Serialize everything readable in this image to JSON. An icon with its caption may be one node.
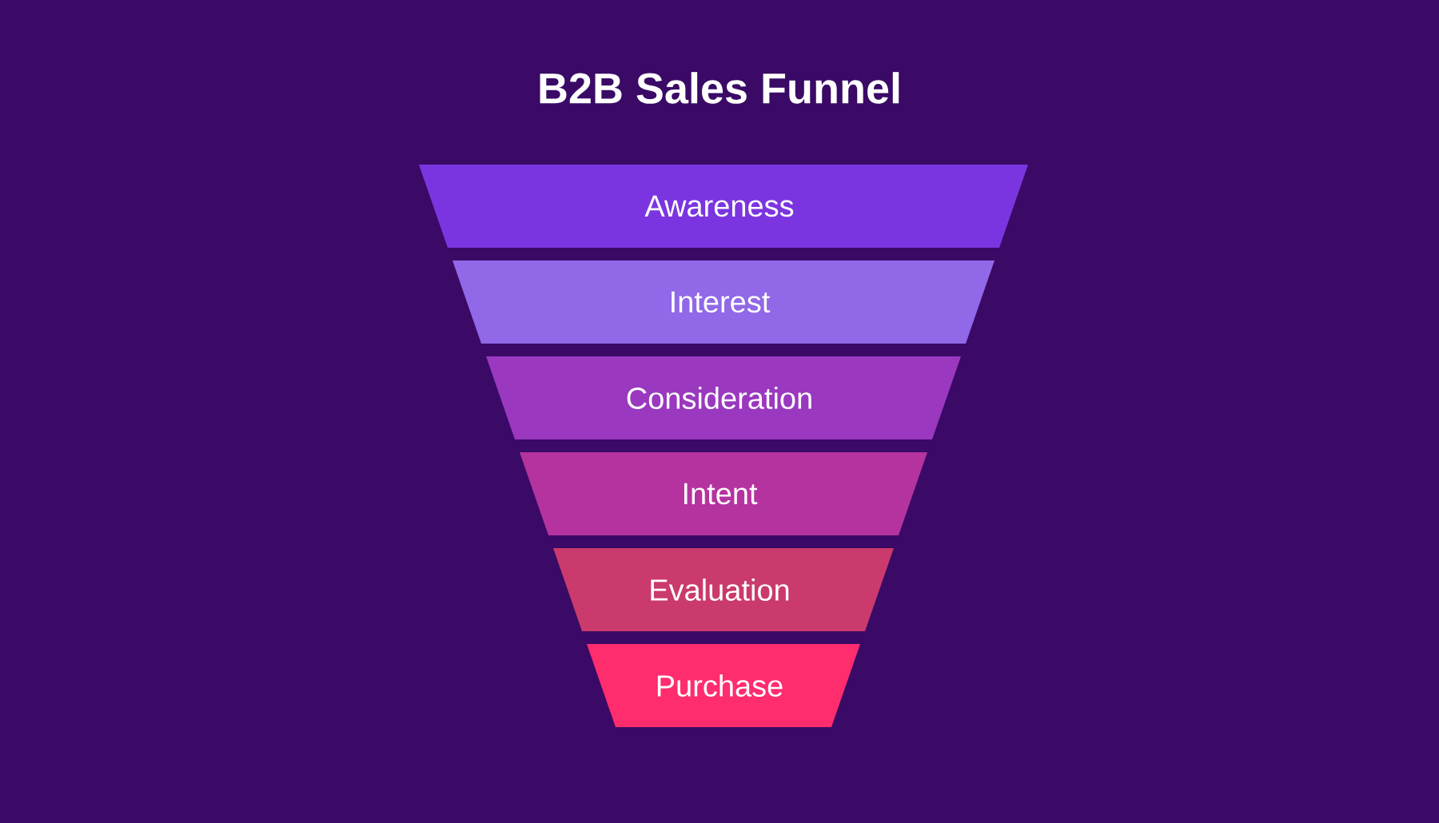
{
  "diagram": {
    "title": "B2B Sales Funnel",
    "nodes": [
      {
        "text": [
          "Awareness"
        ]
      },
      {
        "text": [
          "Interest"
        ]
      },
      {
        "text": [
          "Consideration"
        ]
      },
      {
        "text": [
          "Intent"
        ]
      },
      {
        "text": [
          "Evaluation"
        ]
      },
      {
        "text": [
          "Purchase"
        ]
      }
    ]
  }
}
